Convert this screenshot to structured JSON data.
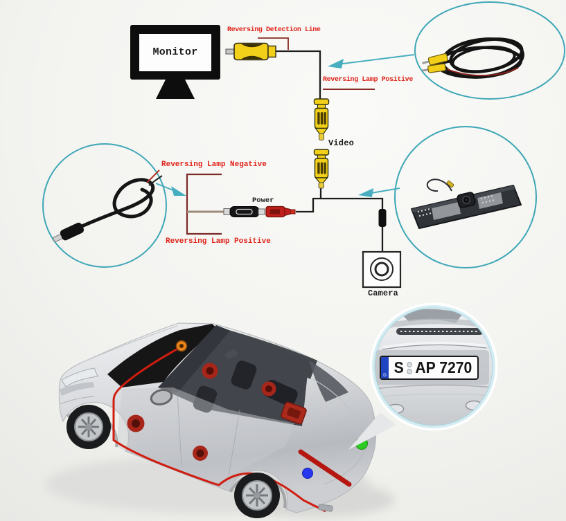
{
  "colors": {
    "label_red": "#e0231a",
    "leader_maroon": "#8a2a24",
    "wire_black": "#1d1d1d",
    "accent_teal": "#3ea7b6",
    "rca_yellow": "#f2d019",
    "power_plug_red": "#bf1f1c",
    "power_wire_tan": "#9d8a77",
    "plate_blue": "#2144bf",
    "car_wire_red": "#d01d10"
  },
  "monitor": {
    "label": "Monitor"
  },
  "labels": {
    "detection_line": "Reversing Detection Line",
    "lamp_positive_top": "Reversing Lamp Positive",
    "video": "Video",
    "lamp_negative": "Reversing Lamp Negative",
    "power": "Power",
    "lamp_positive_bottom": "Reversing Lamp Positive",
    "camera": "Camera"
  },
  "license_plate": {
    "country_letter": "D",
    "registration_left": "S",
    "registration_right": "AP 7270"
  }
}
